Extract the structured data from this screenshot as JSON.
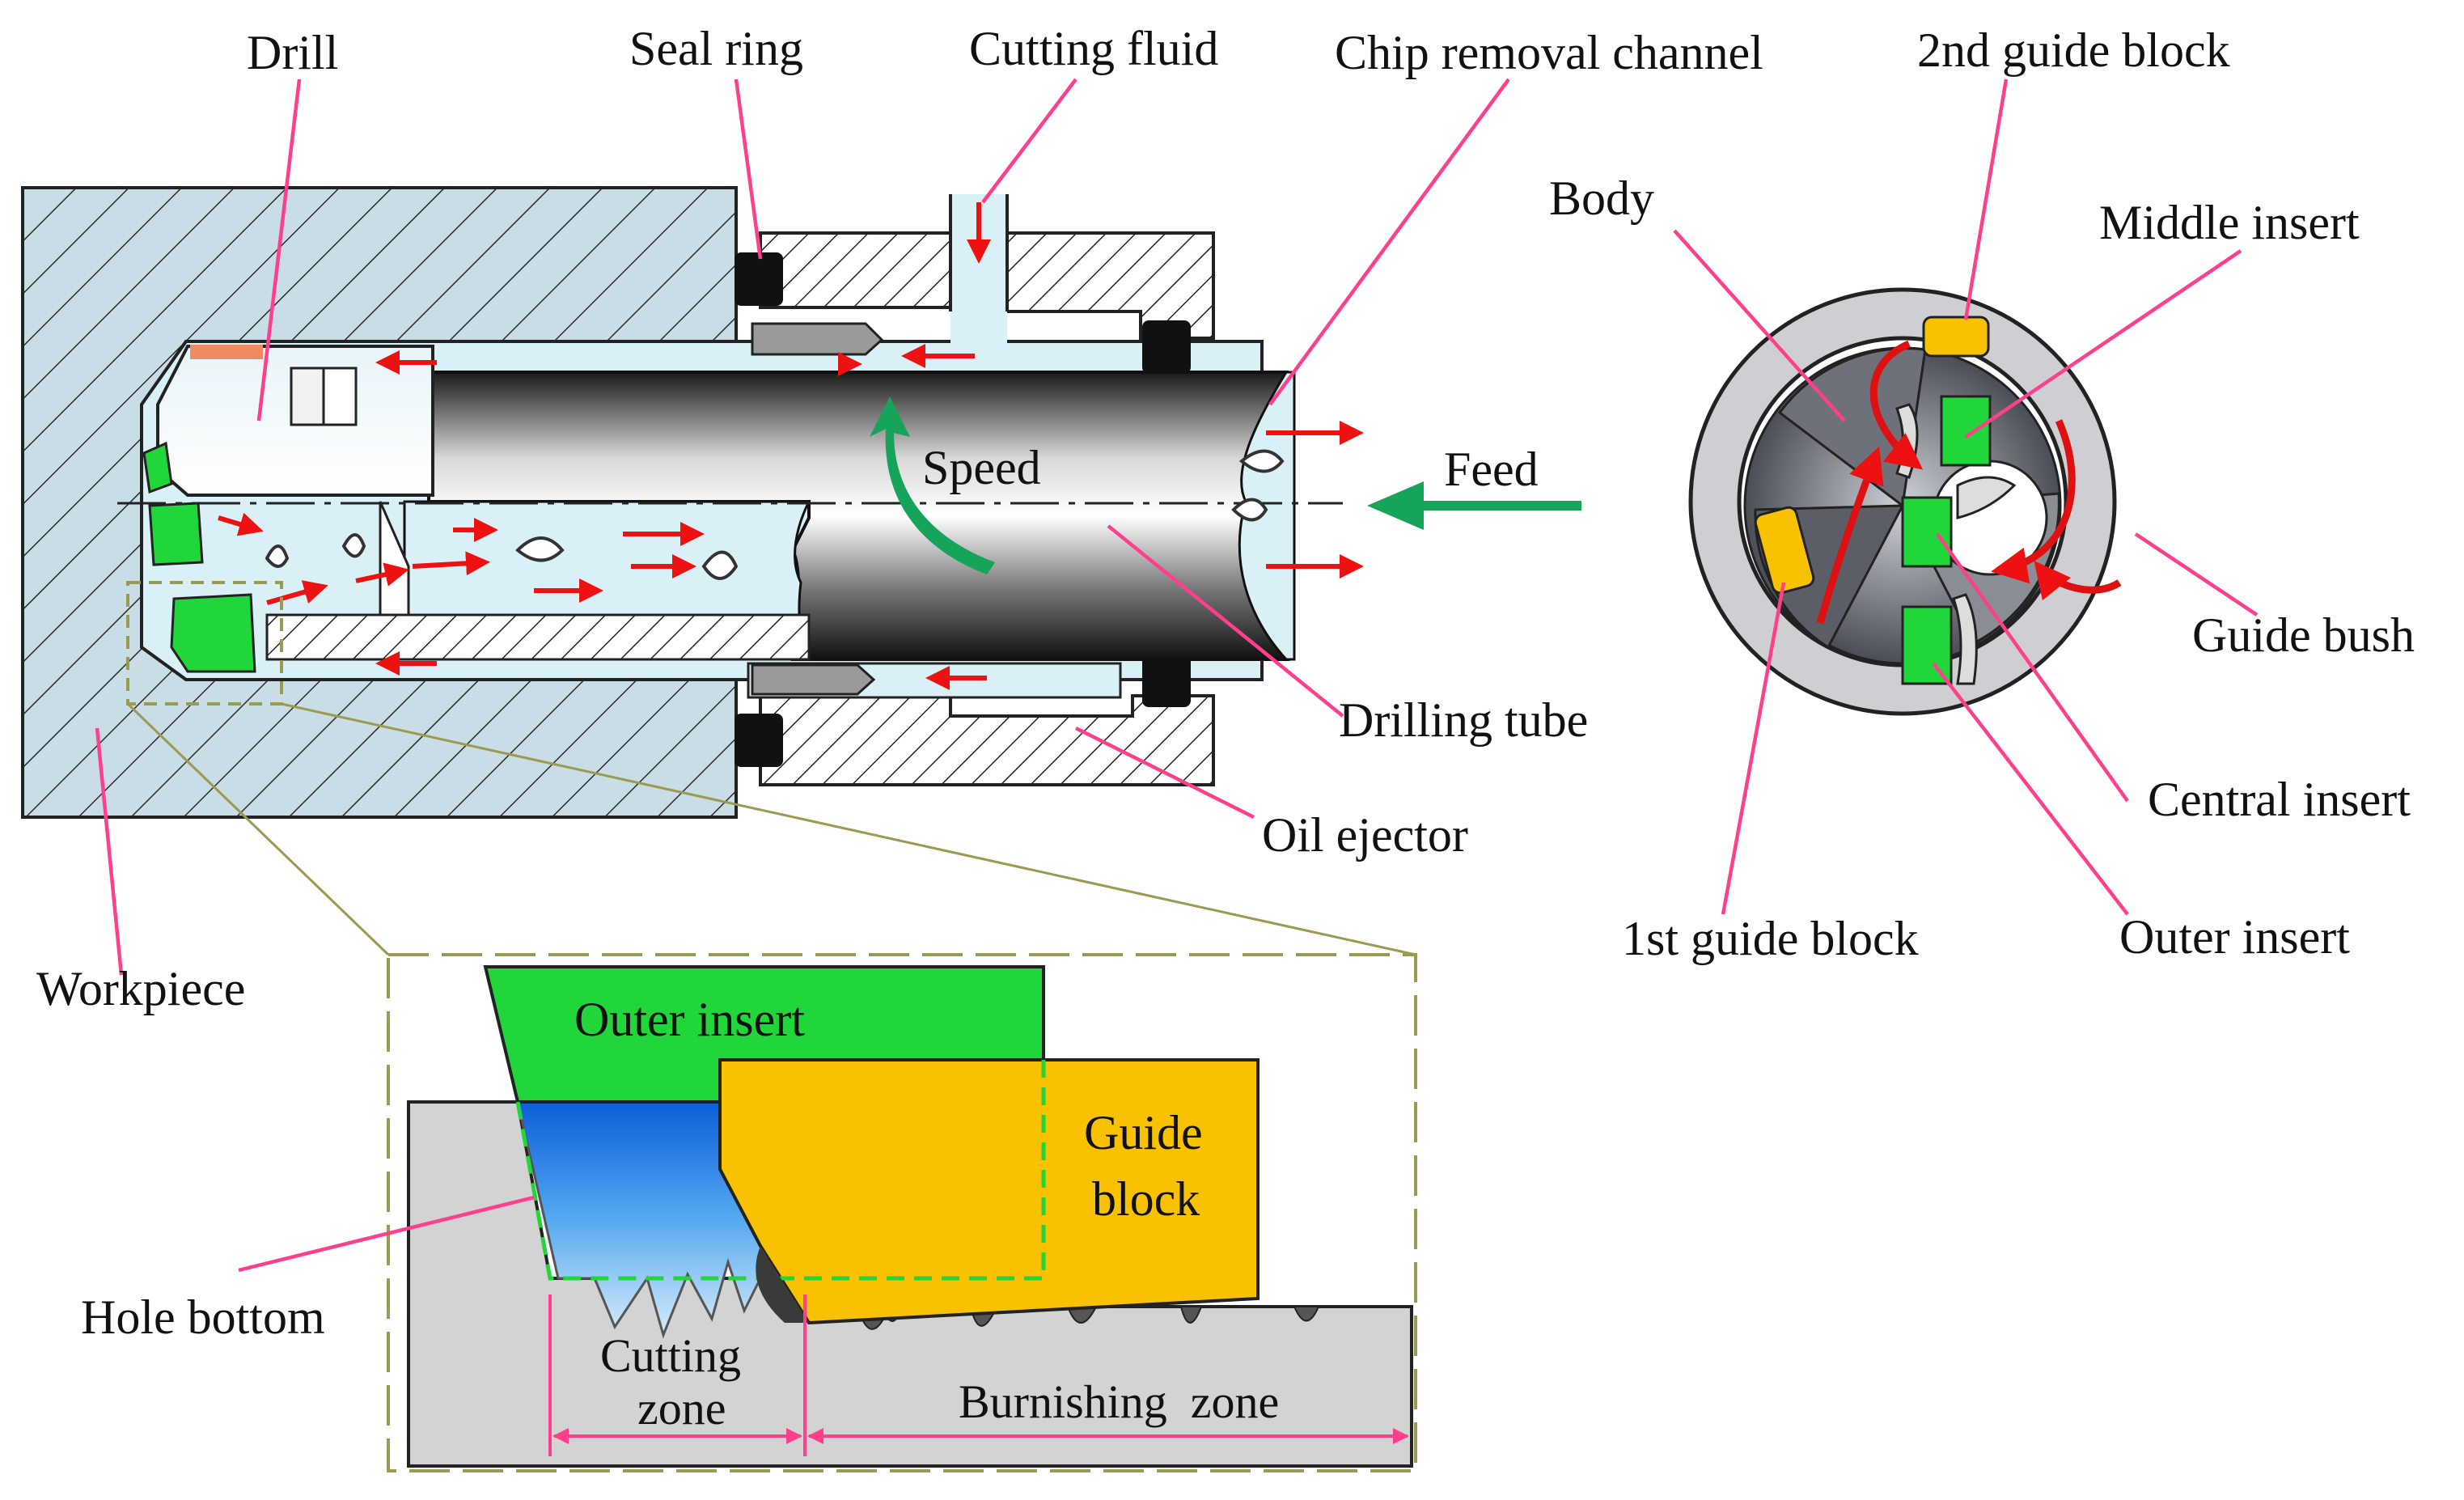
{
  "colors": {
    "workpiece_fill": "#c9dde6",
    "coolant_fill": "#d9f0f7",
    "insert_green": "#21d63a",
    "guide_block": "#f8c200",
    "leader_pink": "#ff3f8c",
    "flow_red": "#ee1111",
    "speed_green": "#16a35a",
    "guide_bush_gray": "#cfcfd3",
    "inset_gray": "#d3d3d3",
    "hatch_dark": "#222222"
  },
  "labels": {
    "drill": "Drill",
    "seal_ring": "Seal ring",
    "cutting_fluid": "Cutting fluid",
    "chip_removal_channel": "Chip removal channel",
    "second_guide_block": "2nd guide block",
    "body": "Body",
    "middle_insert": "Middle insert",
    "speed": "Speed",
    "feed": "Feed",
    "guide_bush": "Guide bush",
    "drilling_tube": "Drilling tube",
    "central_insert": "Central insert",
    "oil_ejector": "Oil ejector",
    "workpiece": "Workpiece",
    "first_guide_block": "1st guide block",
    "outer_insert_right": "Outer insert",
    "outer_insert_inset": "Outer insert",
    "guide_block_line1": "Guide",
    "guide_block_line2": "block",
    "hole_bottom": "Hole bottom",
    "cutting_zone_line1": "Cutting",
    "cutting_zone_line2": "zone",
    "burnishing_zone": "Burnishing  zone"
  },
  "icons": {
    "flow_arrows": "red-arrow-icon",
    "speed_arrow": "curved-arrow-icon",
    "feed_arrow": "arrow-left-icon"
  }
}
